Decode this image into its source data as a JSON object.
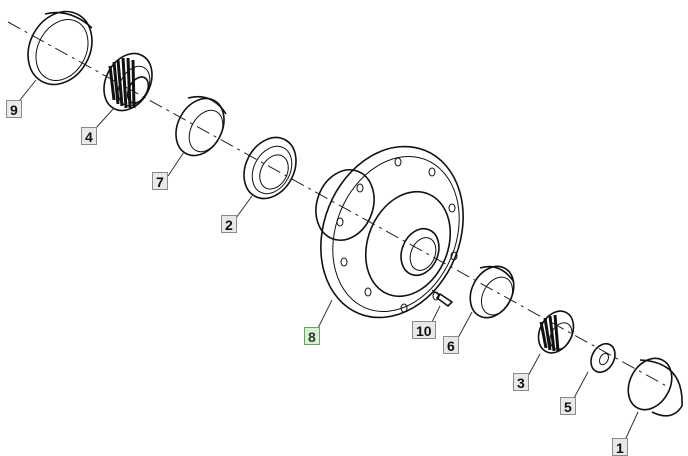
{
  "callouts": [
    {
      "id": "9",
      "label": "9"
    },
    {
      "id": "4",
      "label": "4"
    },
    {
      "id": "7",
      "label": "7"
    },
    {
      "id": "2",
      "label": "2"
    },
    {
      "id": "8",
      "label": "8",
      "highlighted": true
    },
    {
      "id": "10",
      "label": "10"
    },
    {
      "id": "6",
      "label": "6"
    },
    {
      "id": "3",
      "label": "3"
    },
    {
      "id": "5",
      "label": "5"
    },
    {
      "id": "1",
      "label": "1"
    }
  ],
  "colors": {
    "line": "#111111",
    "callout_bg": "#e9e9e9",
    "callout_highlight_bg": "#d9f2d3"
  }
}
